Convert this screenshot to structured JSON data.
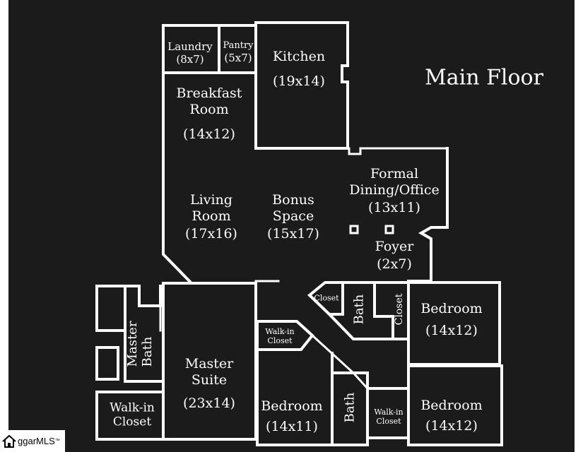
{
  "title": "Main Floor",
  "watermark": {
    "text": "ggarMLS",
    "mark": "™",
    "icon": "house-icon"
  },
  "rooms": {
    "laundry": {
      "name": "Laundry",
      "dims": "(8x7)"
    },
    "pantry": {
      "name": "Pantry",
      "dims": "(5x7)"
    },
    "kitchen": {
      "name": "Kitchen",
      "dims": "(19x14)"
    },
    "breakfast": {
      "line1": "Breakfast",
      "line2": "Room",
      "dims": "(14x12)"
    },
    "living": {
      "line1": "Living",
      "line2": "Room",
      "dims": "(17x16)"
    },
    "bonus": {
      "line1": "Bonus",
      "line2": "Space",
      "dims": "(15x17)"
    },
    "dining": {
      "line1": "Formal",
      "line2": "Dining/Office",
      "dims": "(13x11)"
    },
    "foyer": {
      "name": "Foyer",
      "dims": "(2x7)"
    },
    "closet_hall": {
      "name": "Closet"
    },
    "bath_hall": {
      "name": "Bath"
    },
    "closet_bed2": {
      "name": "Closet"
    },
    "bedroom_ne": {
      "name": "Bedroom",
      "dims": "(14x12)"
    },
    "master_bath": {
      "line1": "Master",
      "line2": "Bath"
    },
    "master_suite": {
      "line1": "Master",
      "line2": "Suite",
      "dims": "(23x14)"
    },
    "walkin_master": {
      "line1": "Walk-in",
      "line2": "Closet"
    },
    "walkin_center": {
      "line1": "Walk-in",
      "line2": "Closet"
    },
    "bedroom_center": {
      "name": "Bedroom",
      "dims": "(14x11)"
    },
    "bath_lower": {
      "name": "Bath"
    },
    "walkin_lower": {
      "line1": "Walk-in",
      "line2": "Closet"
    },
    "bedroom_se": {
      "name": "Bedroom",
      "dims": "(14x12)"
    }
  },
  "colors": {
    "background": "#1b1b1b",
    "walls": "#ffffff",
    "text": "#ffffff"
  }
}
